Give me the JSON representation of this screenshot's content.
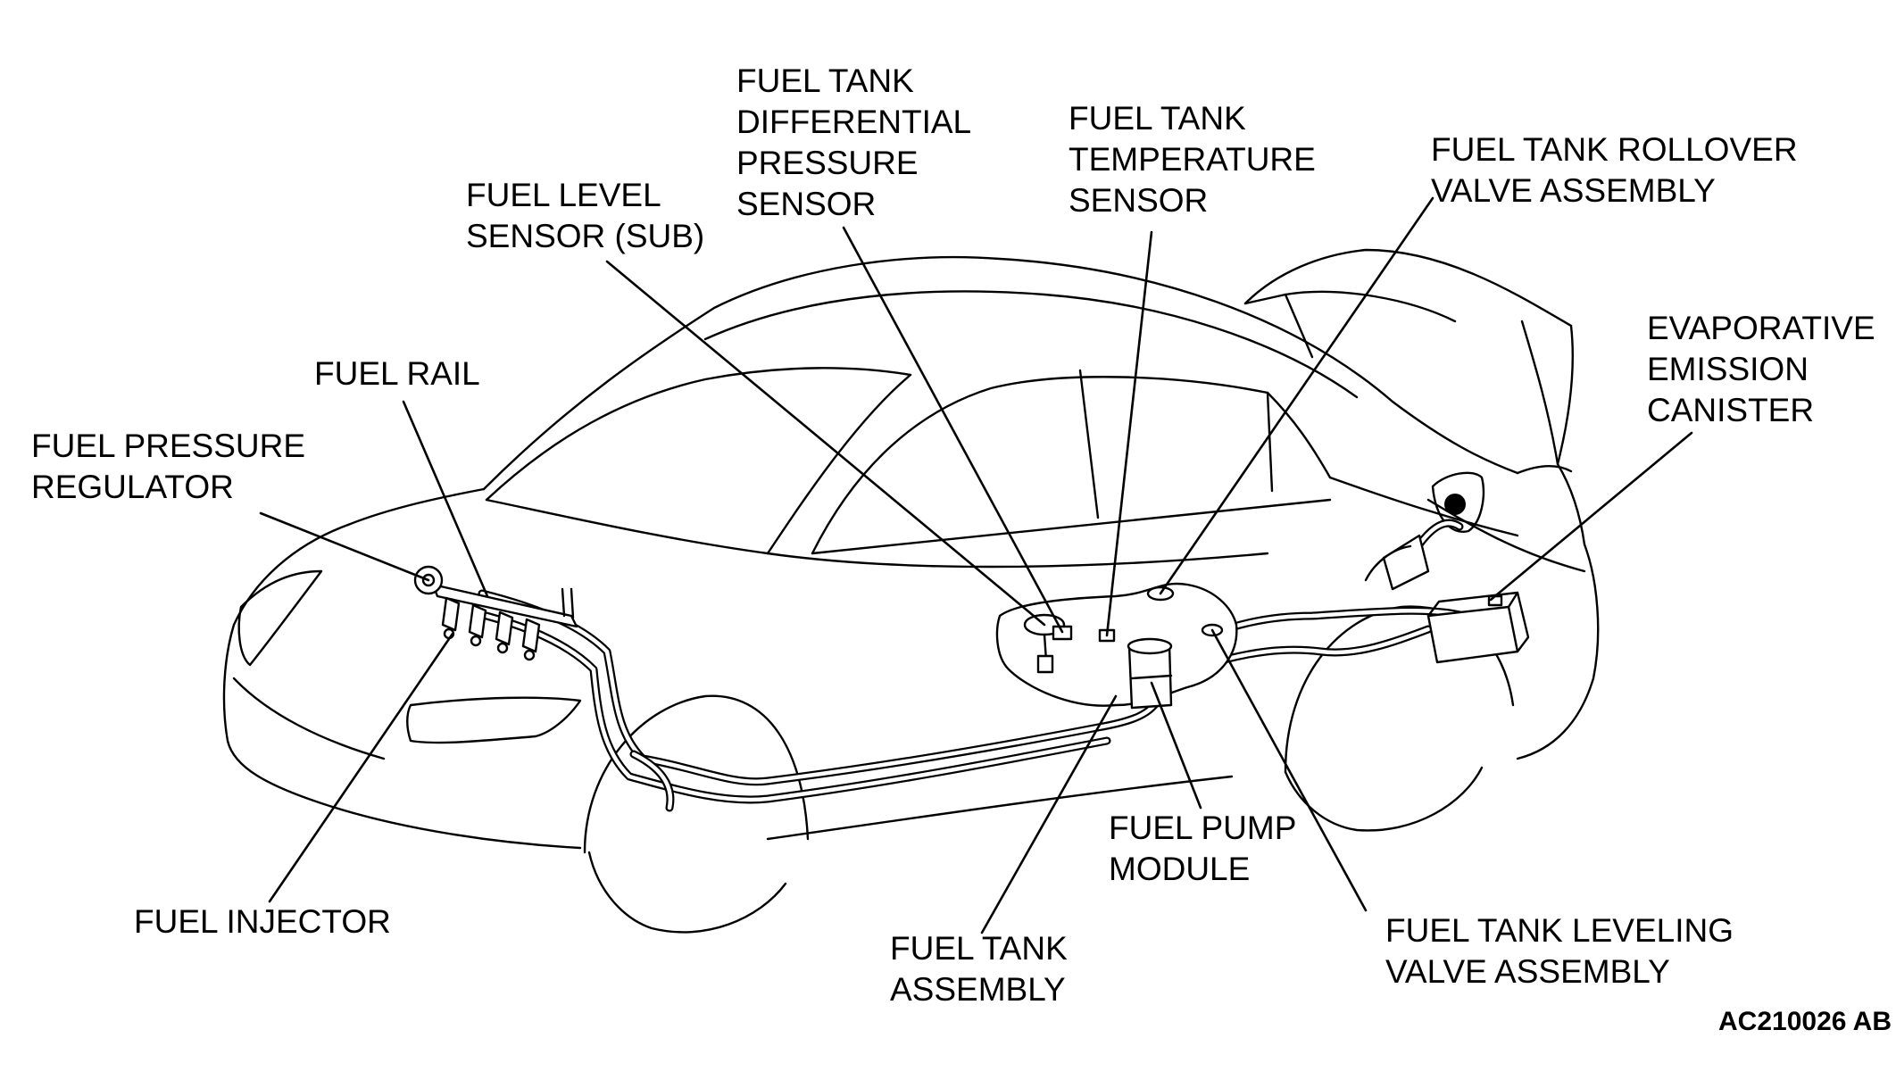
{
  "labels": {
    "fuel_pressure_regulator": [
      "FUEL PRESSURE",
      "REGULATOR"
    ],
    "fuel_rail": [
      "FUEL RAIL"
    ],
    "fuel_level_sensor_sub": [
      "FUEL LEVEL",
      "SENSOR (SUB)"
    ],
    "fuel_tank_differential_pressure_sensor": [
      "FUEL TANK",
      "DIFFERENTIAL",
      "PRESSURE",
      "SENSOR"
    ],
    "fuel_tank_temperature_sensor": [
      "FUEL TANK",
      "TEMPERATURE",
      "SENSOR"
    ],
    "fuel_tank_rollover_valve_assembly": [
      "FUEL TANK ROLLOVER",
      "VALVE ASSEMBLY"
    ],
    "evaporative_emission_canister": [
      "EVAPORATIVE",
      "EMISSION",
      "CANISTER"
    ],
    "fuel_injector": [
      "FUEL INJECTOR"
    ],
    "fuel_tank_assembly": [
      "FUEL TANK",
      "ASSEMBLY"
    ],
    "fuel_pump_module": [
      "FUEL PUMP",
      "MODULE"
    ],
    "fuel_tank_leveling_valve_assembly": [
      "FUEL TANK LEVELING",
      "VALVE ASSEMBLY"
    ]
  },
  "figure_code": "AC210026 AB"
}
